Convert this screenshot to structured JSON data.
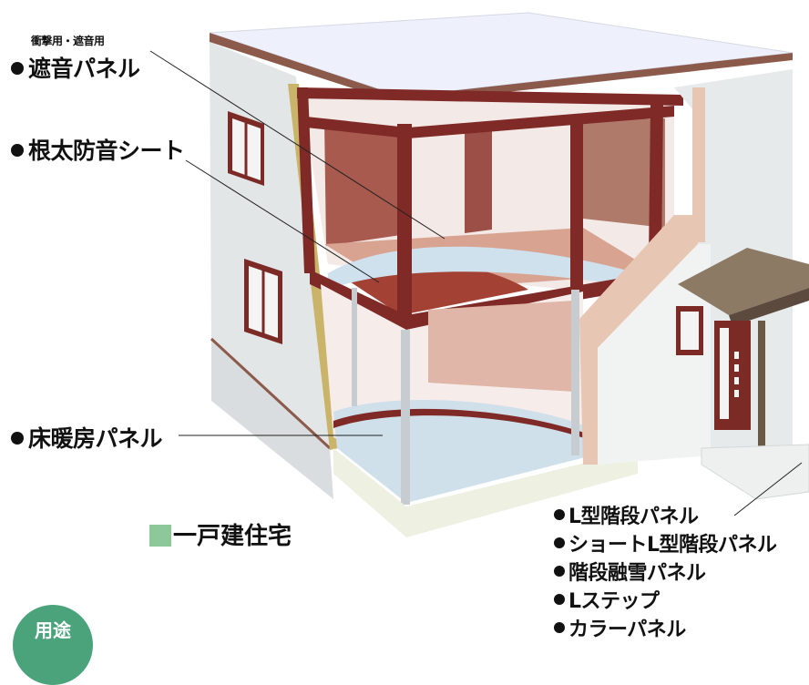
{
  "labels": {
    "impact_sub": "衝撃用・遮音用",
    "soundproof_panel": "遮音パネル",
    "joist_sheet": "根太防音シート",
    "floor_heating": "床暖房パネル"
  },
  "category": "一戸建住宅",
  "usage_badge": "用途",
  "stair_list": [
    "L型階段パネル",
    "ショートL型階段パネル",
    "階段融雪パネル",
    "Lステップ",
    "カラーパネル"
  ],
  "colors": {
    "frame": "#7f2a27",
    "wall": "#e8ebec",
    "roof_edge": "#8b5a4a",
    "accent_green": "#8dc89b",
    "badge_green": "#4aa37a"
  }
}
